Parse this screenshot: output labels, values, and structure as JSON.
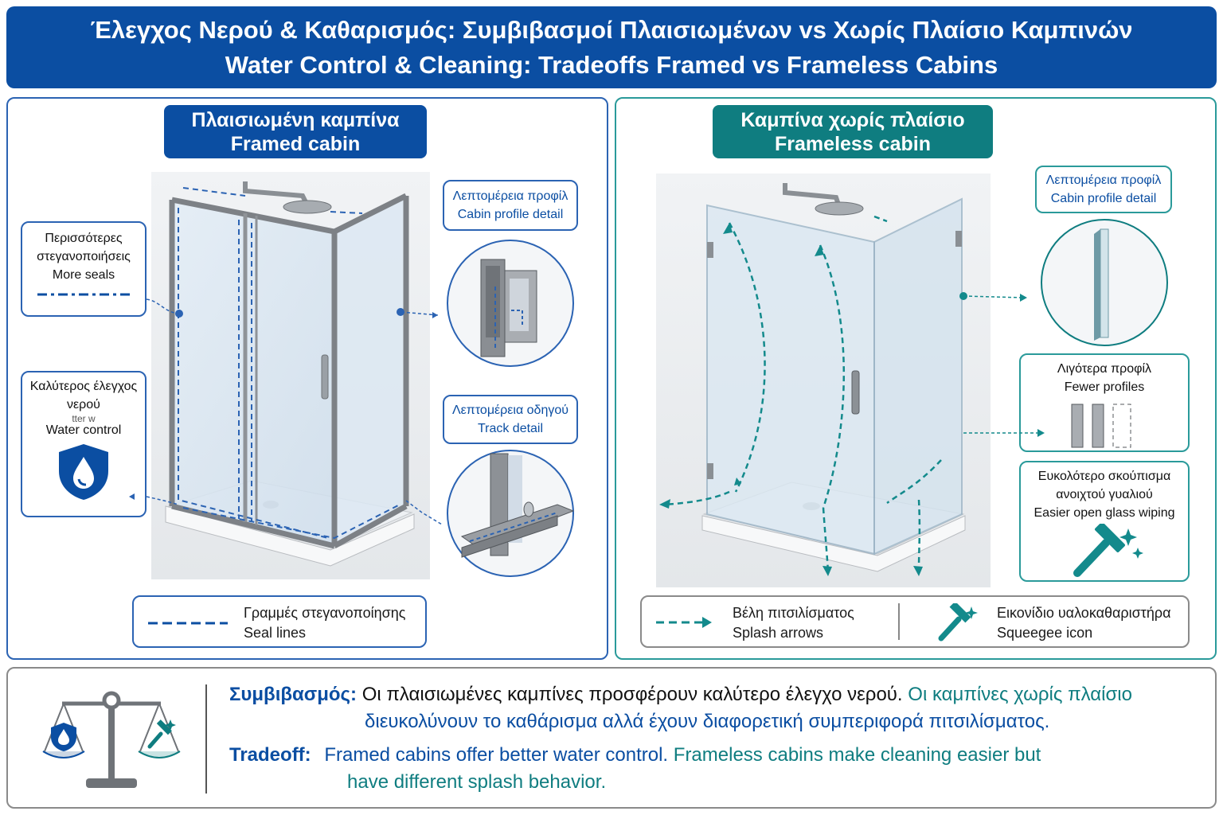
{
  "title": {
    "line1": "Έλεγχος Νερού & Καθαρισμός: Συμβιβασμοί Πλαισιωμένων vs Χωρίς Πλαίσιο Καμπινών",
    "line2": "Water Control & Cleaning: Tradeoffs Framed vs Frameless Cabins"
  },
  "framed": {
    "title_gr": "Πλαισιωμένη καμπίνα",
    "title_en": "Framed cabin",
    "more_seals": {
      "gr1": "Περισσότερες",
      "gr2": "στεγανοποιήσεις",
      "en": "More seals"
    },
    "water_control": {
      "gr1": "Καλύτερος έλεγχος",
      "gr2": "νερού",
      "ghost": "tter w",
      "en": "Water control"
    },
    "profile_detail": {
      "gr": "Λεπτομέρεια προφίλ",
      "en": "Cabin profile detail"
    },
    "track_detail": {
      "gr": "Λεπτομέρεια οδηγού",
      "en": "Track detail"
    },
    "legend": {
      "gr": "Γραμμές στεγανοποίησης",
      "en": "Seal lines"
    }
  },
  "frameless": {
    "title_gr": "Καμπίνα χωρίς πλαίσιο",
    "title_en": "Frameless cabin",
    "profile_detail": {
      "gr": "Λεπτομέρεια προφίλ",
      "en": "Cabin profile detail"
    },
    "fewer_profiles": {
      "gr": "Λιγότερα προφίλ",
      "en": "Fewer profiles"
    },
    "wiping": {
      "gr1": "Ευκολότερο σκούπισμα",
      "gr2": "ανοιχτού γυαλιού",
      "en": "Easier open glass wiping"
    },
    "legend_splash": {
      "gr": "Βέλη πιτσιλίσματος",
      "en": "Splash arrows"
    },
    "legend_squeegee": {
      "gr": "Εικονίδιο υαλοκαθαριστήρα",
      "en": "Squeegee icon"
    }
  },
  "tradeoff": {
    "gr_label": "Συμβιβασμός:",
    "gr_text1": "Οι πλαισιωμένες καμπίνες προσφέρουν καλύτερο έλεγχο νερού.",
    "gr_text2": "Οι καμπίνες χωρίς πλαίσιο",
    "gr_text3": "διευκολύνουν το καθάρισμα αλλά έχουν διαφορετική συμπεριφορά πιτσιλίσματος.",
    "en_label": "Tradeoff:",
    "en_text1": "Framed cabins offer better water control.",
    "en_text2": "Frameless cabins make cleaning easier but",
    "en_text3": "have different splash behavior."
  },
  "colors": {
    "primary_blue": "#0b4ea2",
    "teal": "#0f7d80",
    "frame_gray": "#7d8186"
  },
  "icons": [
    "water-drop-shield-icon",
    "squeegee-icon",
    "balance-scale-icon",
    "sparkle-icon"
  ]
}
